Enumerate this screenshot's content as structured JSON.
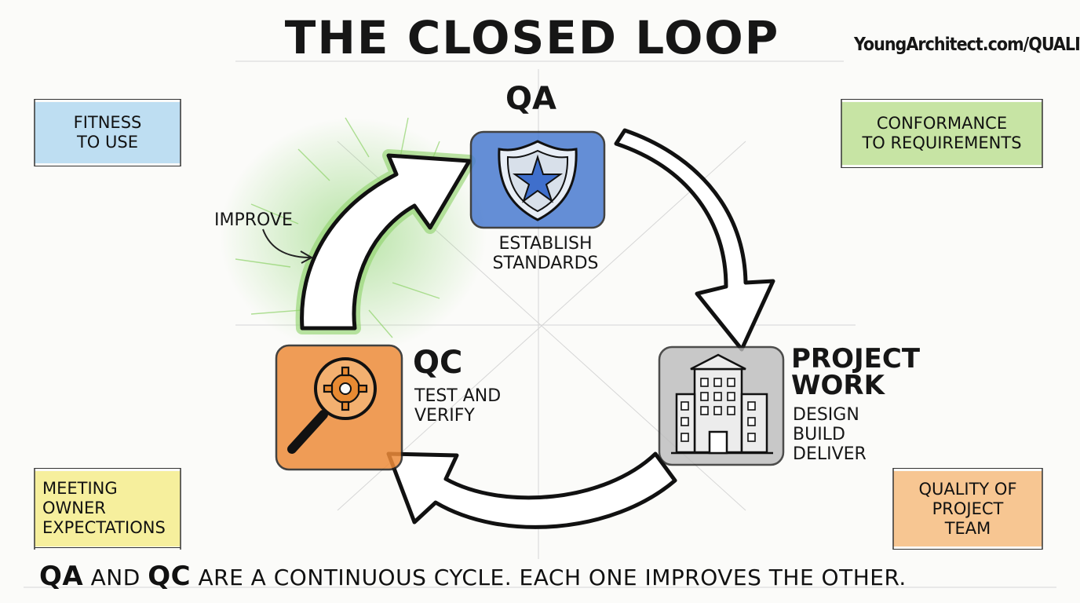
{
  "title": "THE CLOSED LOOP",
  "url": "YoungArchitect.com/QUALITY",
  "nodes": {
    "qa": {
      "label": "QA",
      "lines": [
        "ESTABLISH",
        "STANDARDS"
      ],
      "color": "#4a7bd0"
    },
    "project": {
      "label_line1": "PROJECT",
      "label_line2": "WORK",
      "lines": [
        "DESIGN",
        "BUILD",
        "DELIVER"
      ],
      "color": "#9a9a9a"
    },
    "qc": {
      "label": "QC",
      "lines": [
        "TEST AND",
        "VERIFY"
      ],
      "color": "#ee8c3a"
    }
  },
  "improve_label": "IMPROVE",
  "corner_boxes": {
    "fitness": {
      "lines": [
        "FITNESS",
        "TO USE"
      ],
      "color": "#a9d4ef"
    },
    "conformance": {
      "lines": [
        "CONFORMANCE",
        "TO REQUIREMENTS"
      ],
      "color": "#b5dc87"
    },
    "meeting": {
      "lines": [
        "MEETING",
        "OWNER",
        "EXPECTATIONS"
      ],
      "color": "#f5ec86"
    },
    "quality": {
      "lines": [
        "QUALITY OF",
        "PROJECT",
        "TEAM"
      ],
      "color": "#f6b978"
    }
  },
  "footer": {
    "qa": "QA",
    "and": "AND",
    "qc": "QC",
    "rest": "ARE A CONTINUOUS CYCLE.  EACH ONE IMPROVES THE OTHER."
  }
}
